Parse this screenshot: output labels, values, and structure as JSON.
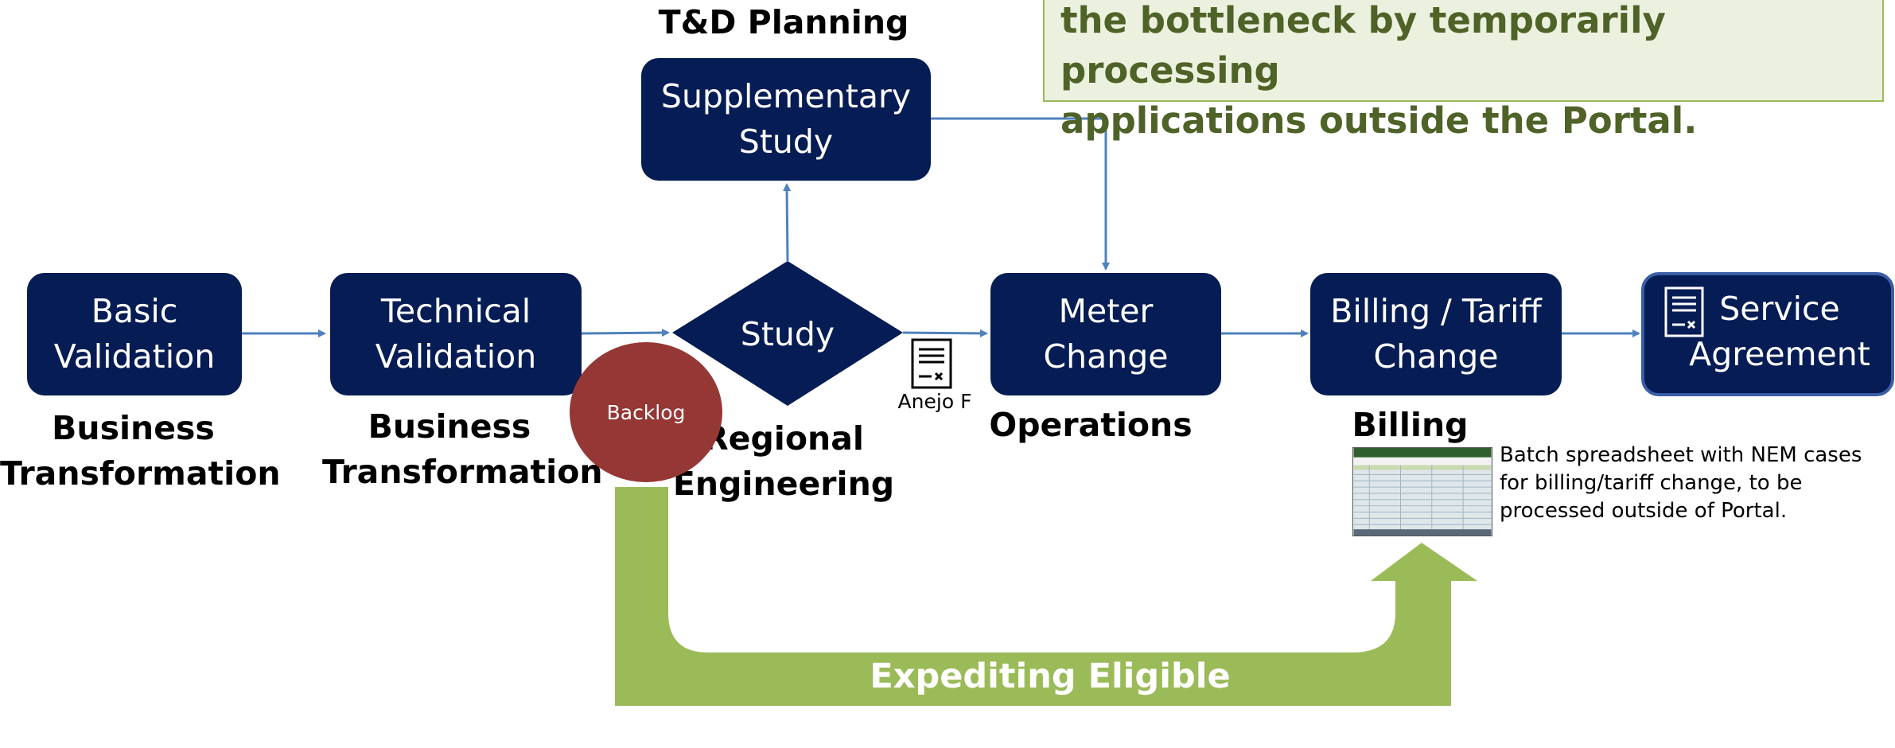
{
  "callout": {
    "text": "the bottleneck by temporarily processing\napplications outside the Portal."
  },
  "labels": {
    "td_planning": "T&D Planning",
    "business_transformation_1": "Business\nTransformation",
    "business_transformation_2": "Business\nTransformation",
    "regional_engineering": "Regional\nEngineering",
    "operations": "Operations",
    "billing": "Billing"
  },
  "nodes": {
    "basic_validation": "Basic\nValidation",
    "technical_validation": "Technical\nValidation",
    "study": "Study",
    "supplementary_study": "Supplementary\nStudy",
    "meter_change": "Meter\nChange",
    "billing_tariff_change": "Billing / Tariff\nChange",
    "service_agreement": "Service\nAgreement"
  },
  "backlog": "Backlog",
  "anejo": "Anejo F",
  "sheet_note": "Batch spreadsheet with NEM cases\nfor billing/tariff change, to be\nprocessed outside of Portal.",
  "expedite_label": "Expediting Eligible Projects",
  "colors": {
    "box_fill": "#061c54",
    "connector": "#4f81bd",
    "green_arrow": "#9bbb59",
    "backlog_fill": "#953735",
    "callout_fill": "#ebf1de",
    "callout_text": "#4f6228"
  },
  "icons": [
    "document-icon",
    "spreadsheet-thumbnail-icon"
  ]
}
